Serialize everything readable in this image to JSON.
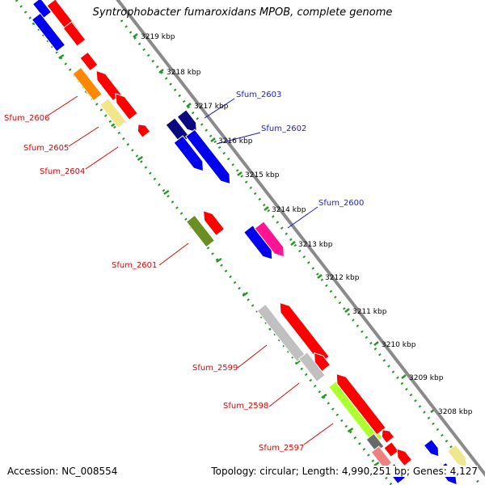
{
  "title": "Syntrophobacter fumaroxidans MPOB, complete genome",
  "footer": {
    "accession_label": "Accession:",
    "accession": "NC_008554",
    "topology_label": "Topology:",
    "topology": "circular",
    "length_label": "Length:",
    "length": "4,990,251 bp",
    "genes_label": "Genes:",
    "genes": "4,127"
  },
  "ruler": {
    "unit": "kbp",
    "ticks": [
      "3219 kbp",
      "3218 kbp",
      "3217 kbp",
      "3216 kbp",
      "3215 kbp",
      "3214 kbp",
      "3213 kbp",
      "3212 kbp",
      "3211 kbp",
      "3210 kbp",
      "3209 kbp",
      "3208 kbp"
    ]
  },
  "gene_labels": {
    "forward": [
      "Sfum_2603",
      "Sfum_2602",
      "Sfum_2600"
    ],
    "reverse": [
      "Sfum_2606",
      "Sfum_2605",
      "Sfum_2604",
      "Sfum_2601",
      "Sfum_2599",
      "Sfum_2598",
      "Sfum_2597"
    ]
  },
  "colors": {
    "label_forward": "#1a1ae6",
    "label_reverse": "#e60000",
    "backbone": "#8a8a8a",
    "ruler_dots": "#229922",
    "red": "#ff0000",
    "blue": "#0000ee",
    "navy": "#0a0a80",
    "orange": "#ff8800",
    "khaki": "#f0e68c",
    "olive": "#6b8e23",
    "magenta": "#ff1493",
    "gray": "#c0c0c0",
    "lime": "#adff2f",
    "salmon": "#f08080",
    "darkgray": "#696969"
  }
}
